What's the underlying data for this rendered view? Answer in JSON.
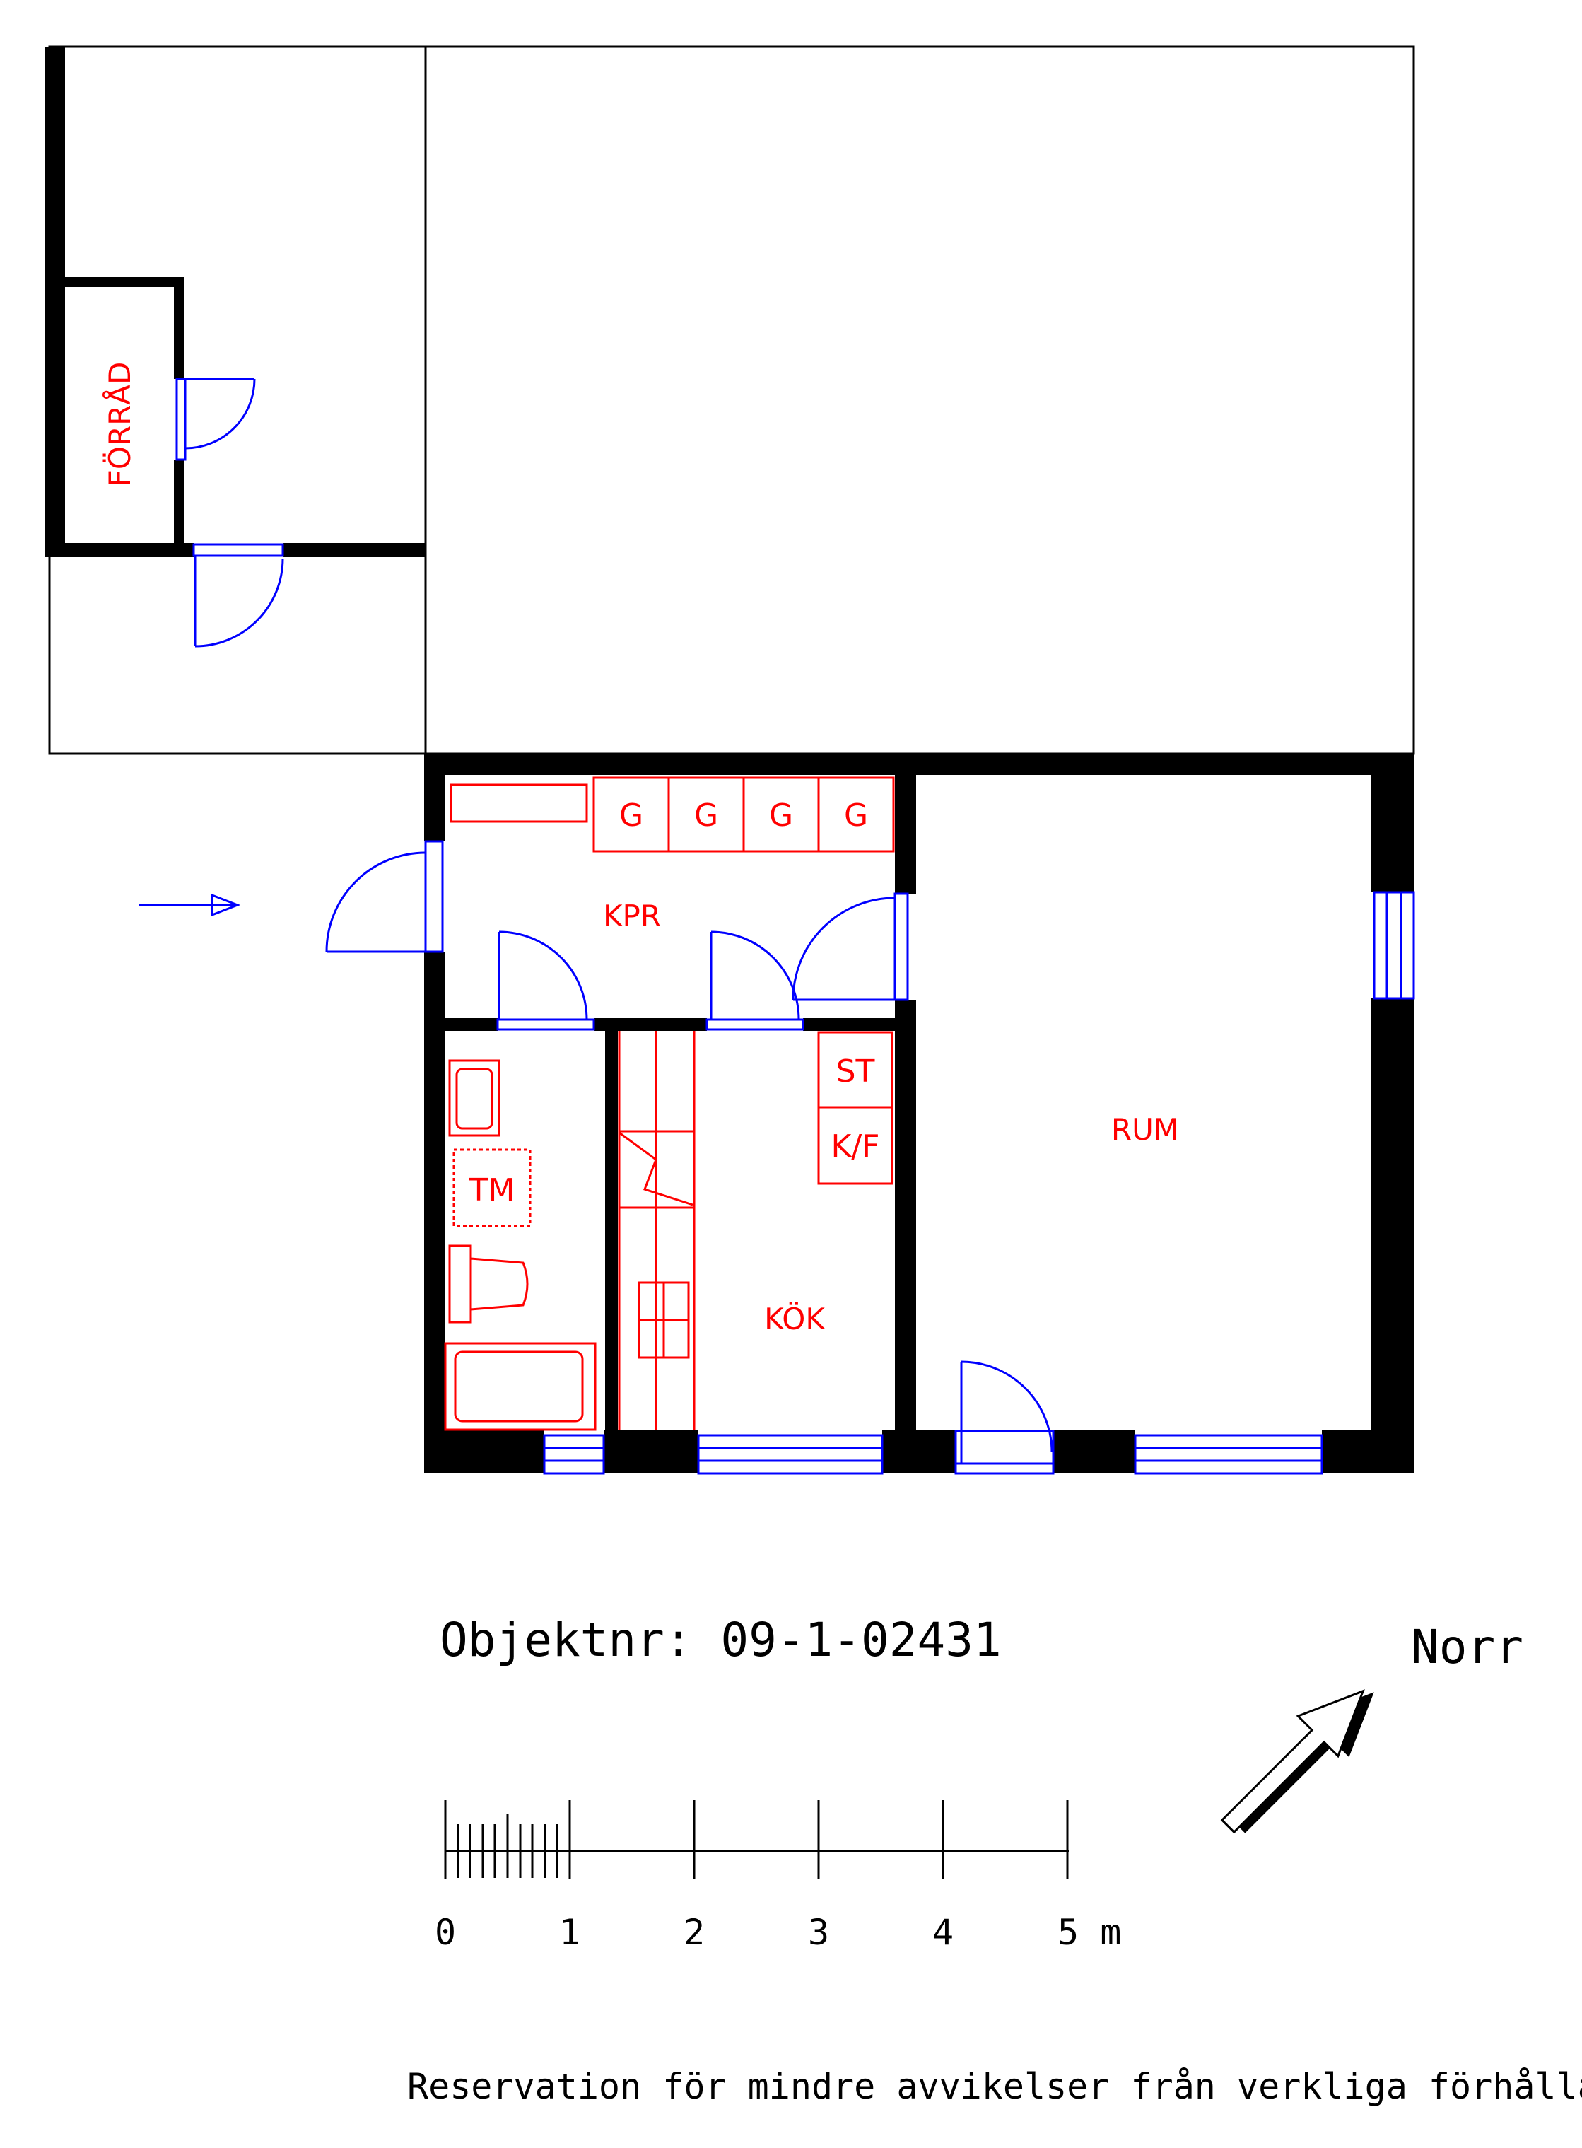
{
  "rooms": {
    "forrad": "FÖRRÅD",
    "kpr": "KPR",
    "kok": "KÖK",
    "rum": "RUM",
    "tm": "TM"
  },
  "fixtures": {
    "g1": "G",
    "g2": "G",
    "g3": "G",
    "g4": "G",
    "st": "ST",
    "kf": "K/F"
  },
  "info": {
    "object_number": "Objektnr: 09-1-02431",
    "north_label": "Norr",
    "disclaimer": "Reservation för mindre avvikelser från verkliga förhållanden"
  },
  "scale": {
    "labels": [
      "0",
      "1",
      "2",
      "3",
      "4",
      "5 m"
    ]
  },
  "colors": {
    "walls": "#000000",
    "fixtures": "#ff0000",
    "doors_windows": "#0000ff"
  }
}
